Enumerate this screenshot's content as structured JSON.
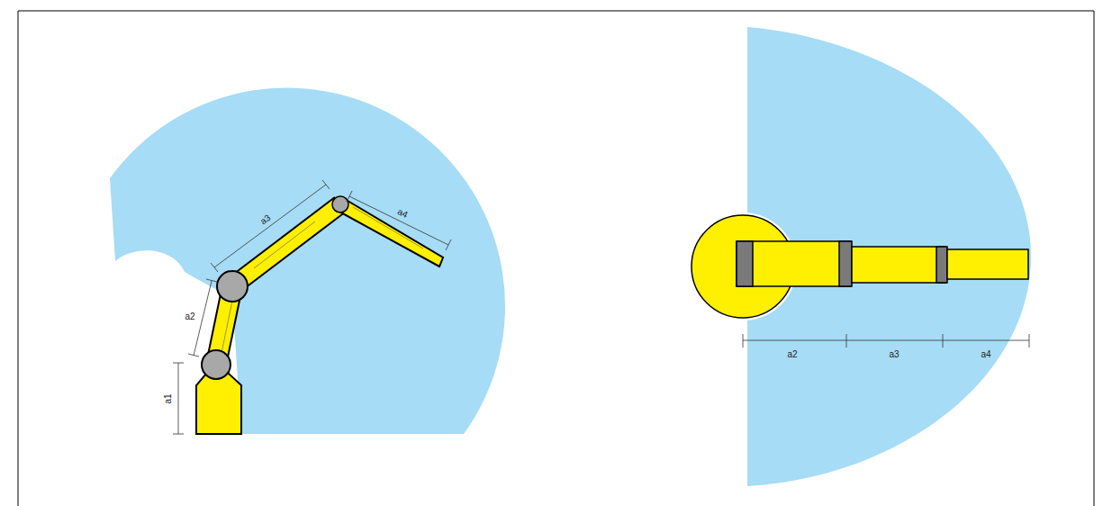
{
  "diagram": {
    "labels": [
      "a3",
      "a4",
      "a2",
      "a1",
      "a2",
      "a3",
      "a4"
    ]
  }
}
